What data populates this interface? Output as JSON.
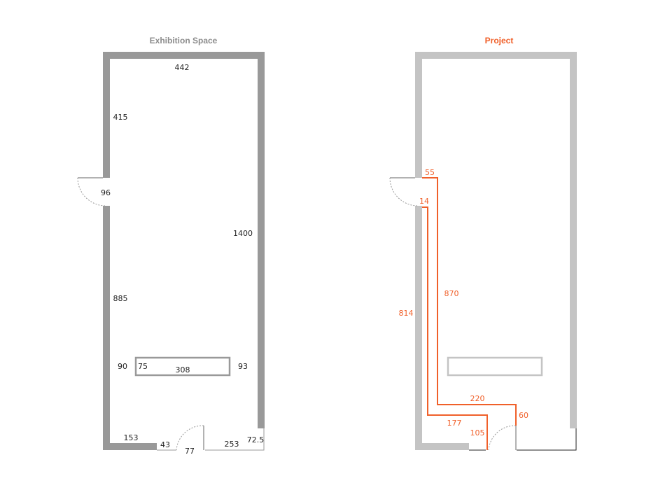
{
  "colors": {
    "wall_dark": "#999999",
    "wall_light": "#c4c4c4",
    "accent": "#f0602a",
    "title_grey": "#8c8c8c",
    "text": "#222222",
    "door_line": "#999999"
  },
  "left_plan": {
    "title": "Exhibition Space",
    "dims": {
      "top_width": "442",
      "upper_left_wall": "415",
      "door_width": "96",
      "right_wall": "1400",
      "lower_left_wall": "885",
      "table_left_gap": "90",
      "table_depth": "75",
      "table_length": "308",
      "table_right_gap": "93",
      "bottom_left_wall": "153",
      "bottom_jamb": "43",
      "bottom_door": "77",
      "bottom_right_wall": "253",
      "bottom_right_corner": "72.5"
    }
  },
  "right_plan": {
    "title": "Project",
    "dims": {
      "entry_width": "55",
      "entry_offset": "14",
      "long_right": "870",
      "long_left": "814",
      "step_top": "220",
      "step_right": "60",
      "step_bottom": "177",
      "exit_width": "105"
    }
  }
}
